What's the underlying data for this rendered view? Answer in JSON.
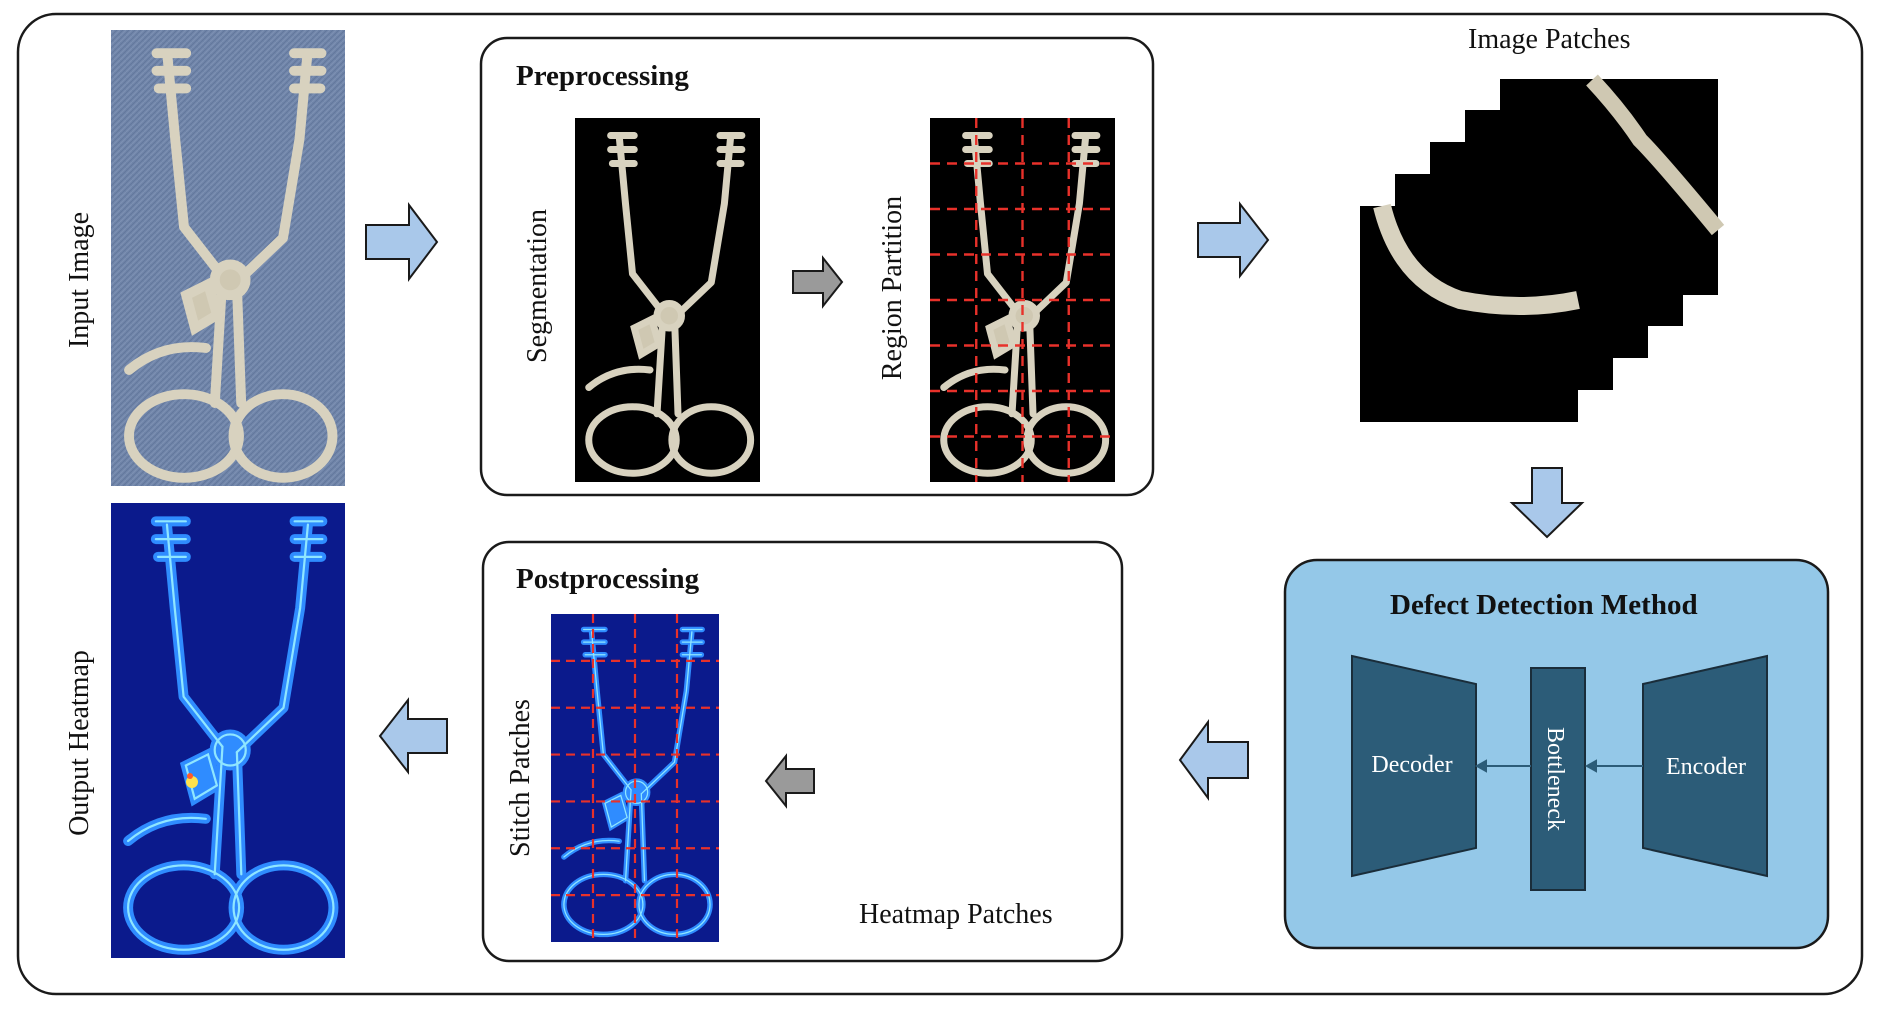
{
  "labels": {
    "input_image": "Input Image",
    "output_heatmap": "Output Heatmap",
    "image_patches": "Image Patches",
    "heatmap_patches": "Heatmap Patches",
    "segmentation": "Segmentation",
    "region_partition": "Region Partition",
    "stitch_patches": "Stitch Patches"
  },
  "preprocessing": {
    "title": "Preprocessing"
  },
  "postprocessing": {
    "title": "Postprocessing"
  },
  "method": {
    "title": "Defect Detection Method",
    "decoder": "Decoder",
    "bottleneck": "Bottleneck",
    "encoder": "Encoder"
  },
  "colors": {
    "flow_arrow": "#a9c8ea",
    "inner_arrow": "#9a9a9a",
    "method_panel": "#94c8e8",
    "network_block": "#2c5c78",
    "partition_line": "#e8312a",
    "heatmap_bg": "#0b1a8c",
    "cloth": "#6f84a8"
  },
  "icons": {
    "flow_arrow": "block-right-arrow",
    "instrument": "surgical-retractor"
  }
}
